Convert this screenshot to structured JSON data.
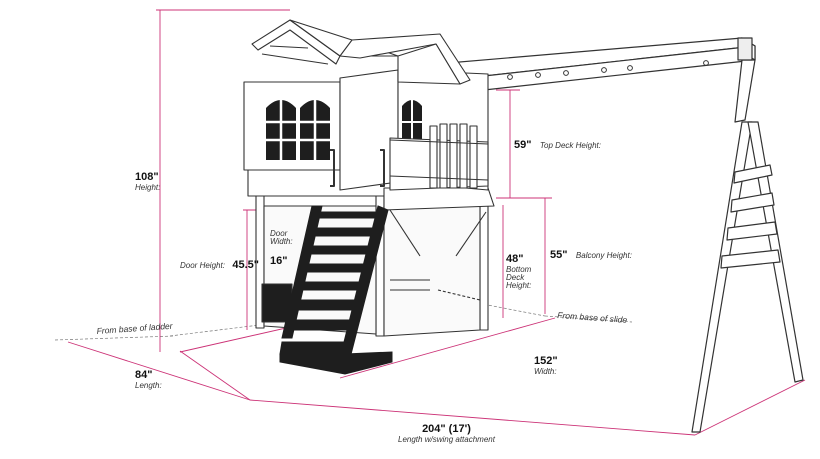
{
  "colors": {
    "dimension": "#cc3377",
    "outline": "#333333",
    "stairs": "#1e1e1e",
    "window": "#1e1e1e"
  },
  "dimensions": {
    "height": {
      "value": "108\"",
      "caption": "Height:"
    },
    "top_deck": {
      "value": "59\"",
      "caption": "Top Deck Height:"
    },
    "balcony": {
      "value": "55\"",
      "caption": "Balcony Height:"
    },
    "bottom_deck": {
      "value": "48\"",
      "caption_1": "Bottom",
      "caption_2": "Deck",
      "caption_3": "Height:"
    },
    "door_height": {
      "value": "45.5\"",
      "caption": "Door Height:"
    },
    "door_width": {
      "value": "16\"",
      "caption_1": "Door",
      "caption_2": "Width:"
    },
    "length": {
      "value": "84\"",
      "caption": "Length:"
    },
    "width": {
      "value": "152\"",
      "caption": "Width:"
    },
    "total_length": {
      "value": "204\" (17')",
      "caption": "Length w/swing attachment"
    },
    "from_ladder": {
      "caption": "From base of ladder"
    },
    "from_slide": {
      "caption": "From base of slide"
    }
  }
}
